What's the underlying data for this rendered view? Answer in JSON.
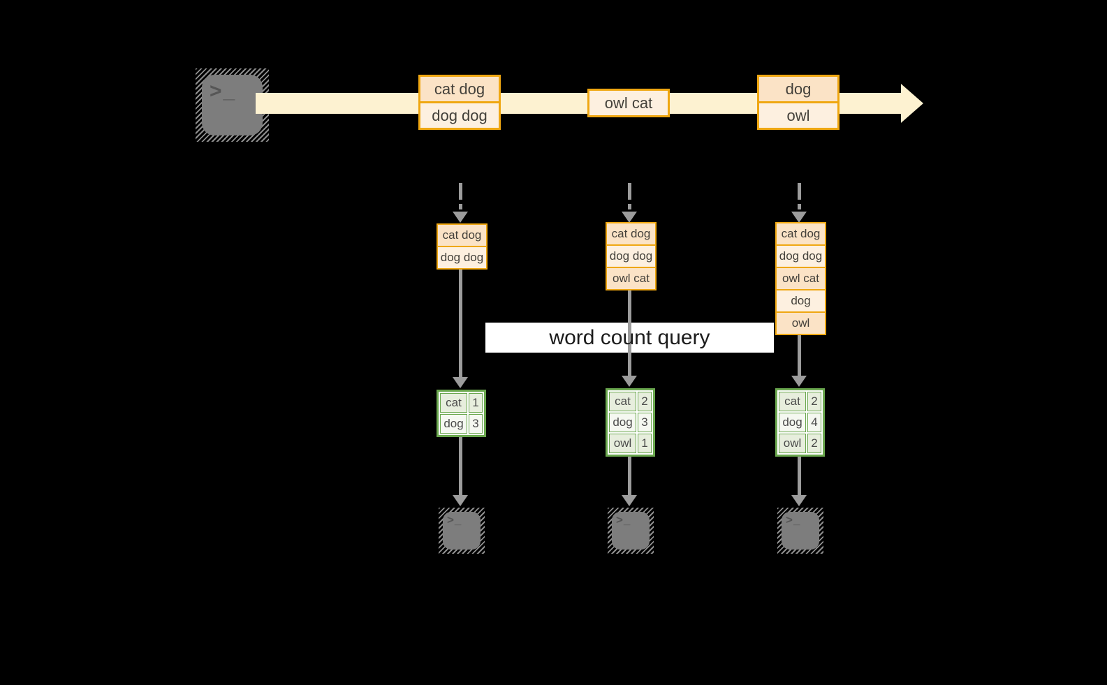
{
  "query_label": "word count query",
  "source_terminal": {
    "glyph": ">_"
  },
  "sinks": [
    {
      "glyph": ">_"
    },
    {
      "glyph": ">_"
    },
    {
      "glyph": ">_"
    }
  ],
  "colors": {
    "background": "#000000",
    "accent_gold": "#efa711",
    "event_fill_dark": "#fbe3c6",
    "event_fill_light": "#fdf0e0",
    "stream_band": "#fdf2d1",
    "green_border": "#6ba84f",
    "green_row_dark": "#e7eedd",
    "green_row_light": "#f5f8f1",
    "arrow_gray": "#9c9c9c",
    "terminal_gray": "#7d7d7d",
    "query_band": "#ffffff"
  },
  "stream": {
    "events": [
      {
        "lines": [
          {
            "text": "cat dog",
            "tone": "dark"
          },
          {
            "text": "dog dog",
            "tone": "light"
          }
        ]
      },
      {
        "lines": [
          {
            "text": "owl cat",
            "tone": "light"
          }
        ]
      },
      {
        "lines": [
          {
            "text": "dog",
            "tone": "dark"
          },
          {
            "text": "owl",
            "tone": "light"
          }
        ]
      }
    ]
  },
  "columns": [
    {
      "batch": [
        {
          "text": "cat dog",
          "tone": "dark"
        },
        {
          "text": "dog dog",
          "tone": "light"
        }
      ],
      "counts": [
        {
          "word": "cat",
          "count": "1",
          "tone": "dark"
        },
        {
          "word": "dog",
          "count": "3",
          "tone": "light"
        }
      ]
    },
    {
      "batch": [
        {
          "text": "cat dog",
          "tone": "dark"
        },
        {
          "text": "dog dog",
          "tone": "light"
        },
        {
          "text": "owl cat",
          "tone": "dark"
        }
      ],
      "counts": [
        {
          "word": "cat",
          "count": "2",
          "tone": "dark"
        },
        {
          "word": "dog",
          "count": "3",
          "tone": "light"
        },
        {
          "word": "owl",
          "count": "1",
          "tone": "dark"
        }
      ]
    },
    {
      "batch": [
        {
          "text": "cat dog",
          "tone": "dark"
        },
        {
          "text": "dog dog",
          "tone": "light"
        },
        {
          "text": "owl cat",
          "tone": "dark"
        },
        {
          "text": "dog",
          "tone": "light"
        },
        {
          "text": "owl",
          "tone": "dark"
        }
      ],
      "counts": [
        {
          "word": "cat",
          "count": "2",
          "tone": "dark"
        },
        {
          "word": "dog",
          "count": "4",
          "tone": "light"
        },
        {
          "word": "owl",
          "count": "2",
          "tone": "dark"
        }
      ]
    }
  ]
}
